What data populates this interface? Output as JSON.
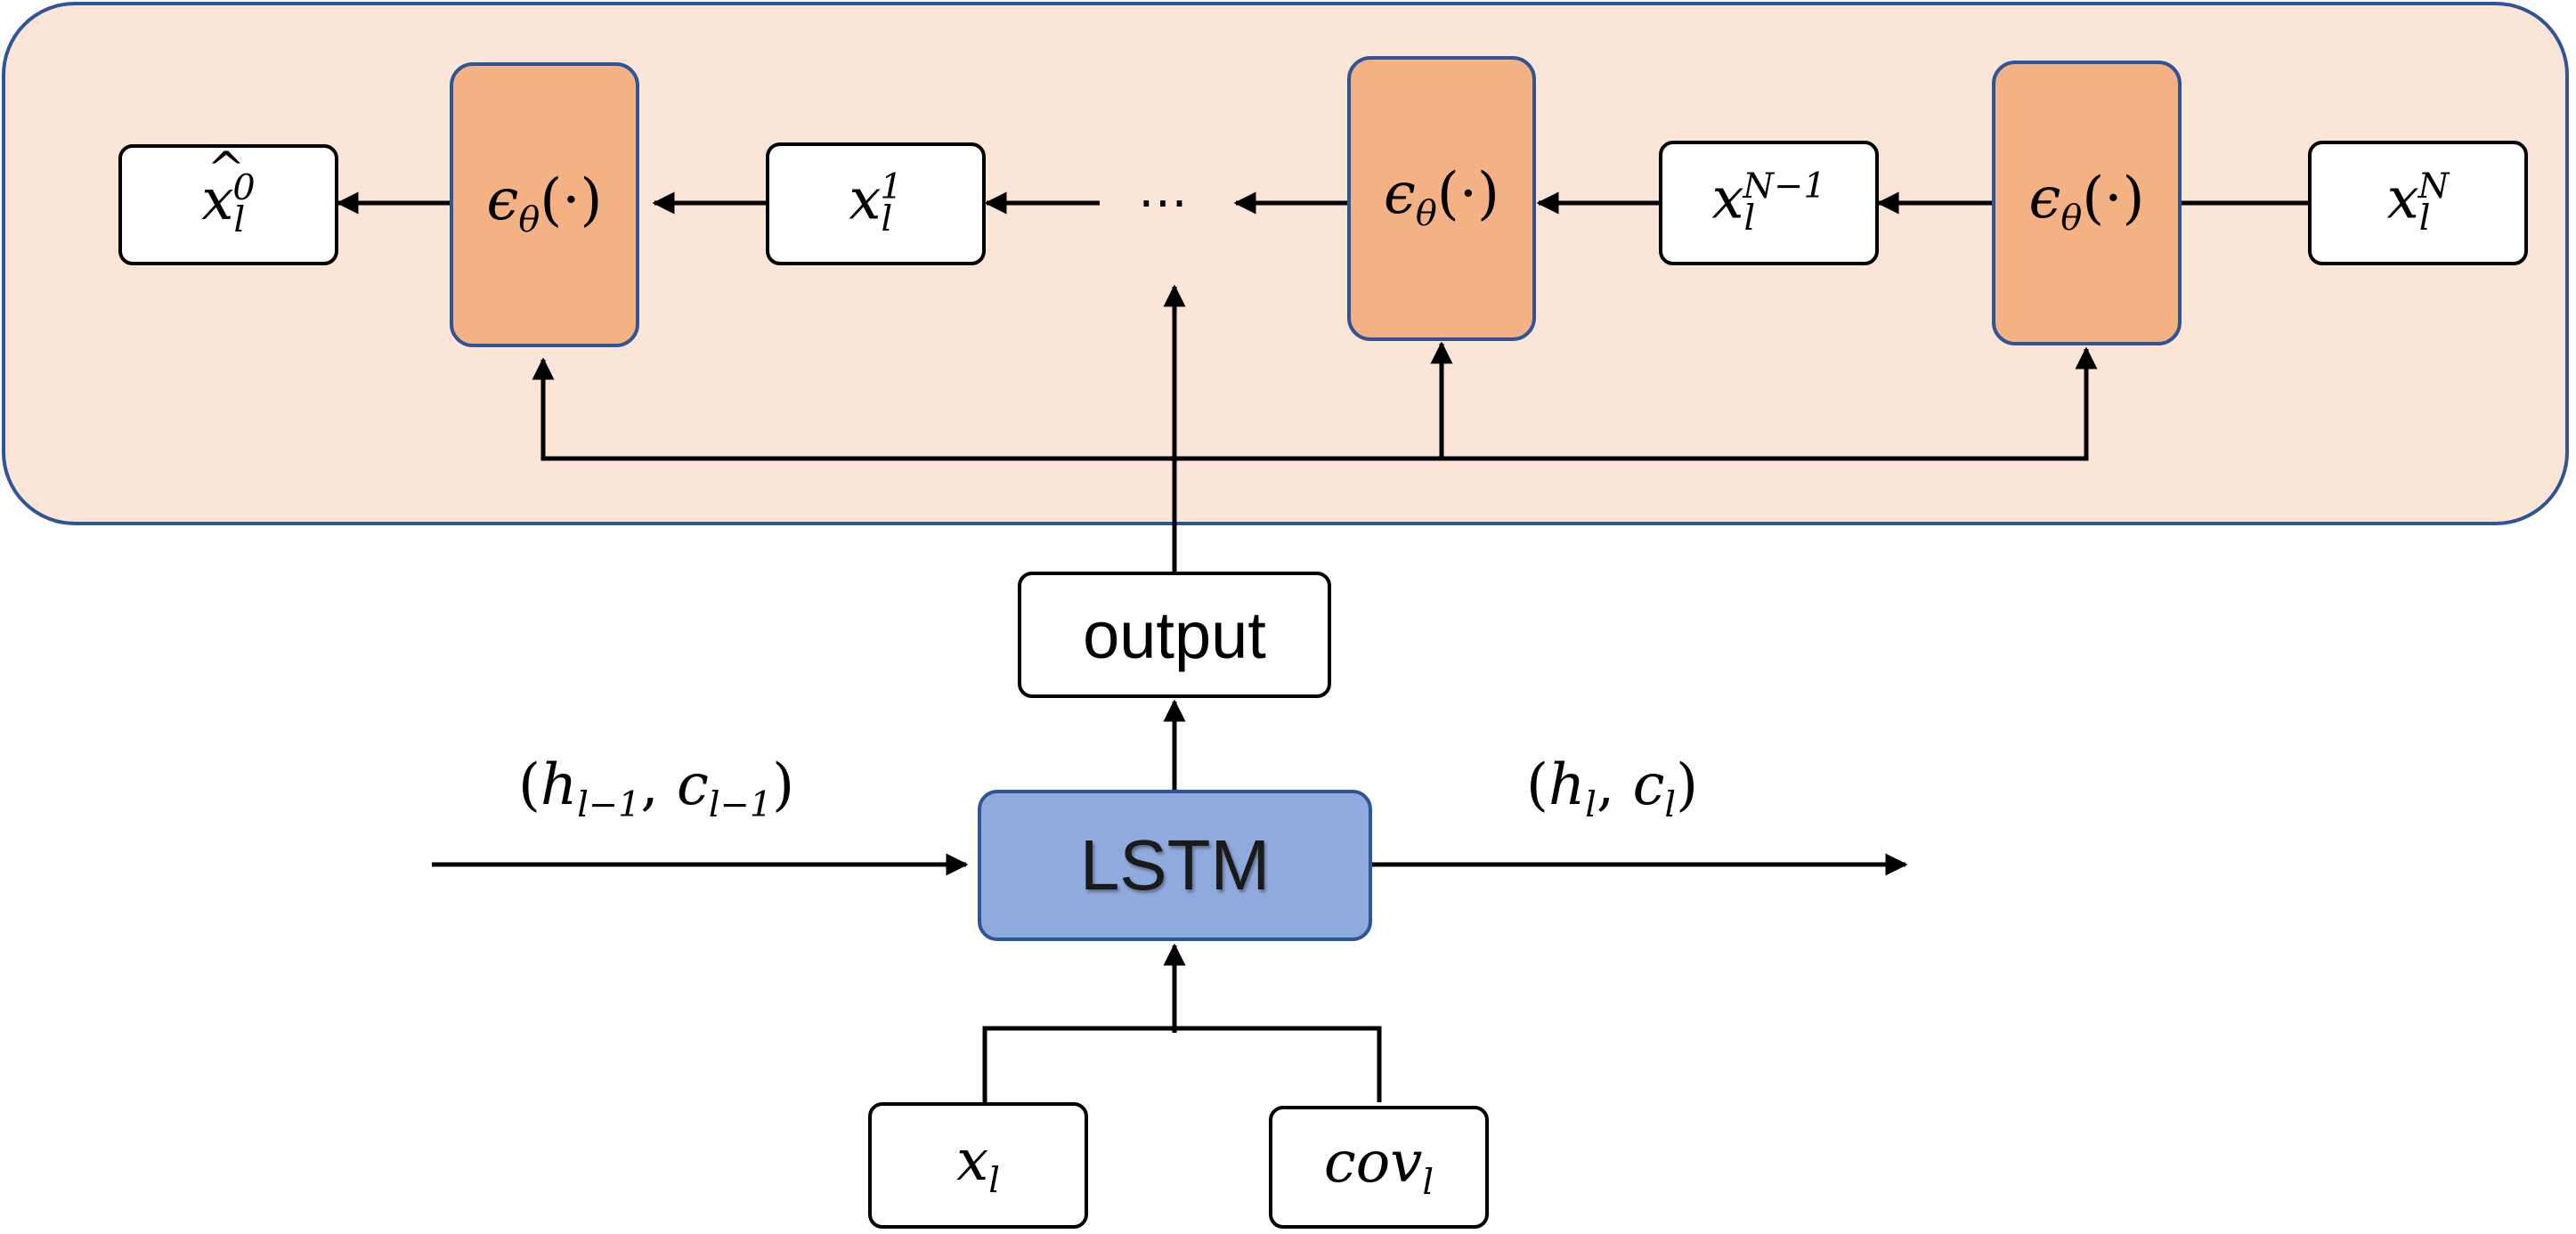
{
  "colors": {
    "panel_fill": "#FBE5D6",
    "panel_border": "#2F5597",
    "epsilon_fill": "#F4B183",
    "lstm_fill": "#8FAADC",
    "line": "#000000"
  },
  "diffusion_chain": {
    "x_hat_0": {
      "base": "x",
      "sub": "l",
      "sup": "0"
    },
    "x_1": {
      "base": "x",
      "sub": "l",
      "sup": "1"
    },
    "x_N_minus_1": {
      "base": "x",
      "sub": "l",
      "sup": "N−1"
    },
    "x_N": {
      "base": "x",
      "sub": "l",
      "sup": "N"
    },
    "epsilon": {
      "symbol": "ϵ",
      "sub": "θ",
      "arg": "(·)"
    },
    "ellipsis": "⋯"
  },
  "output_label": "output",
  "lstm_label": "LSTM",
  "prev_state": {
    "open": "(",
    "h": "h",
    "h_sub": "l−1",
    "sep": ",",
    "c": "c",
    "c_sub": "l−1",
    "close": ")"
  },
  "next_state": {
    "open": "(",
    "h": "h",
    "h_sub": "l",
    "sep": ",",
    "c": "c",
    "c_sub": "l",
    "close": ")"
  },
  "inputs": {
    "x": {
      "base": "x",
      "sub": "l"
    },
    "cov": {
      "base": "cov",
      "sub": "l"
    }
  }
}
